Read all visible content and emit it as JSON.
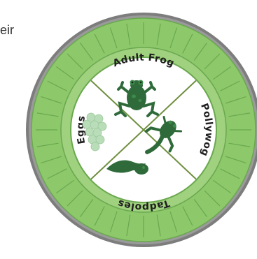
{
  "page": {
    "edge_text": "eir"
  },
  "wheel": {
    "segments": [
      {
        "label": "Adult Frog",
        "icon": "adult-frog-icon"
      },
      {
        "label": "Pollywog",
        "icon": "pollywog-icon"
      },
      {
        "label": "Tadpoles",
        "icon": "tadpole-icon"
      },
      {
        "label": "Eggs",
        "icon": "frog-eggs-icon"
      }
    ],
    "colors": {
      "rim_outer": "#7d7d7d",
      "rim_green": "#8dc86b",
      "rim_green_light": "#9fd17e",
      "rim_line": "#6aa84f",
      "inner_disc": "#ffffff",
      "divider": "#6f8f3f",
      "frog": "#2f6b3a",
      "frog_light": "#3e8a4b",
      "eggs": "#b9ddb9"
    }
  }
}
